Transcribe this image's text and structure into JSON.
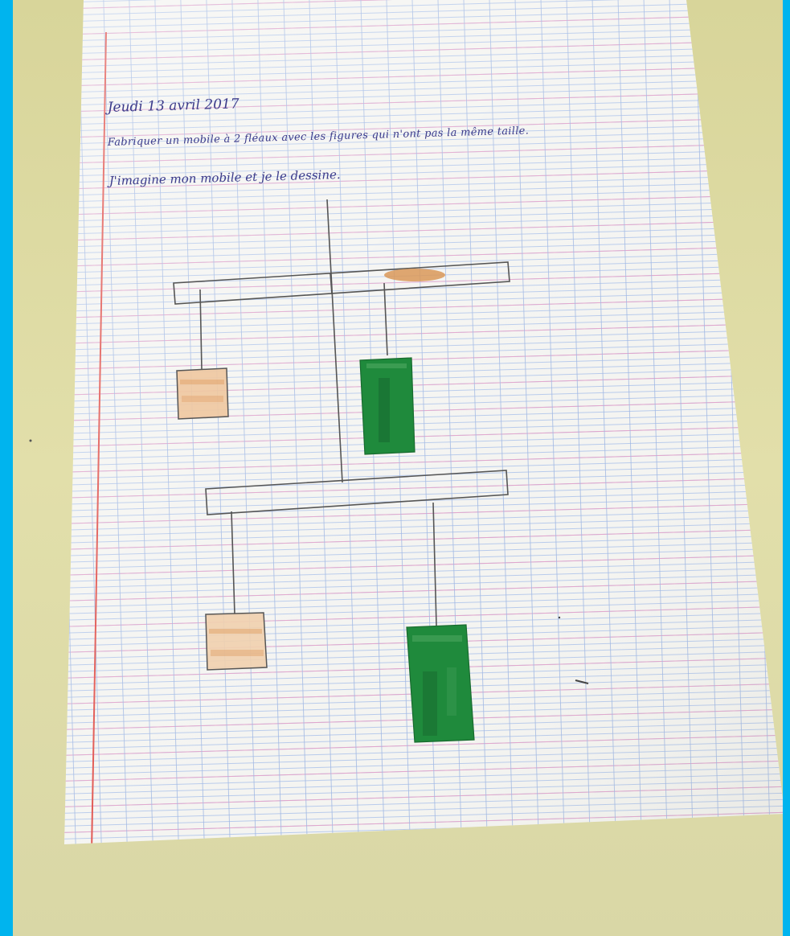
{
  "notebook": {
    "date": "Jeudi 13 avril 2017",
    "instruction": "Fabriquer un mobile à 2 fléaux avec les figures qui n'ont pas la même taille.",
    "caption": "J'imagine mon mobile et je le dessine."
  },
  "colors": {
    "frame": "#00b4ee",
    "table": "#dedba6",
    "paper": "#f4f4f0",
    "blue_lines": "#9db8e6",
    "pink_lines": "#e3a6cd",
    "margin": "#e0504a",
    "pencil": "#555555",
    "orange_crayon": "#e0a066",
    "green_crayon": "#1f8a3c"
  },
  "drawing": {
    "description_items": [
      "top-beam",
      "bottom-beam",
      "orange-square-top",
      "green-rect-top",
      "orange-square-bottom",
      "green-rect-bottom"
    ]
  }
}
